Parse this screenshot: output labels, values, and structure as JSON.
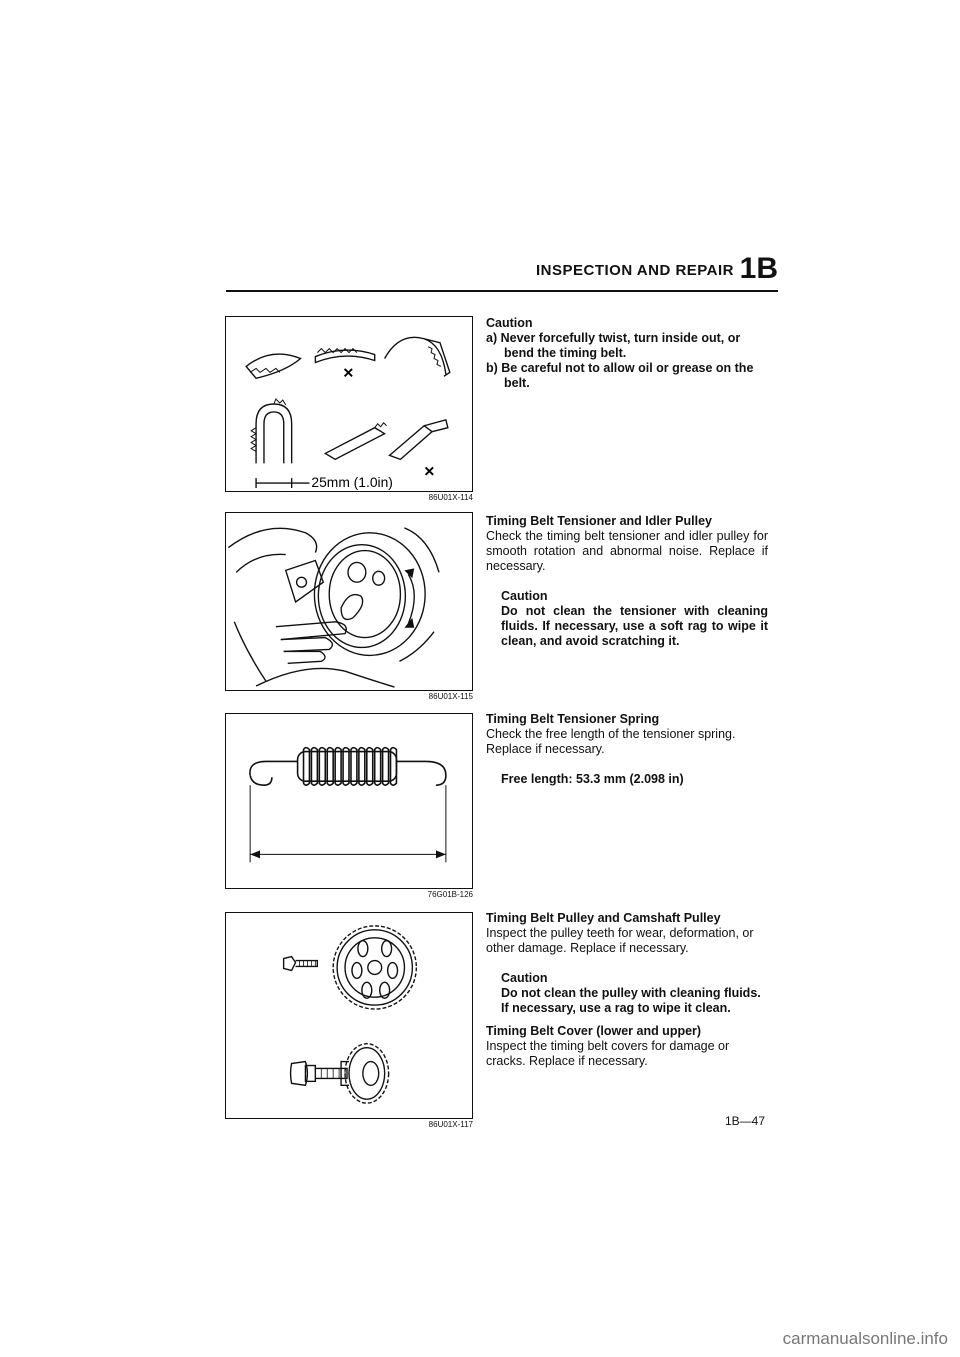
{
  "header": {
    "title": "INSPECTION AND REPAIR",
    "section": "1B"
  },
  "figures": [
    {
      "code": "86U01X-114",
      "label": "25mm (1.0in)"
    },
    {
      "code": "86U01X-115"
    },
    {
      "code": "76G01B-126"
    },
    {
      "code": "86U01X-117"
    }
  ],
  "section1": {
    "caution_title": "Caution",
    "items": [
      "a) Never forcefully twist, turn inside out, or bend the timing belt.",
      "b) Be careful not to allow oil or grease on the belt."
    ]
  },
  "section2": {
    "title": "Timing Belt Tensioner and Idler Pulley",
    "body": "Check the timing belt tensioner and idler pulley for smooth rotation and abnormal noise. Replace if necessary.",
    "caution_title": "Caution",
    "caution_body": "Do not clean the tensioner with cleaning fluids. If necessary, use a soft rag to wipe it clean, and avoid scratching it."
  },
  "section3": {
    "title": "Timing Belt Tensioner Spring",
    "body": "Check the free length of the tensioner spring. Replace if necessary.",
    "spec": "Free length: 53.3 mm (2.098 in)"
  },
  "section4": {
    "title": "Timing Belt Pulley and Camshaft Pulley",
    "body": "Inspect the pulley teeth for wear, deformation, or other damage. Replace if necessary.",
    "caution_title": "Caution",
    "caution_body": "Do not clean the pulley with cleaning fluids. If necessary, use a rag to wipe it clean."
  },
  "section5": {
    "title": "Timing Belt Cover (lower and upper)",
    "body": "Inspect the timing belt covers for damage or cracks. Replace if necessary."
  },
  "footer": {
    "page": "1B—47"
  },
  "watermark": "carmanualsonline.info"
}
